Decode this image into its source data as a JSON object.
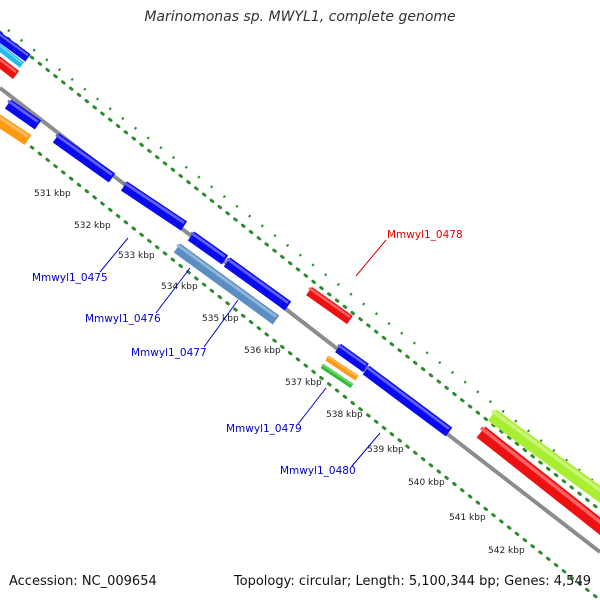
{
  "title": "Marinomonas sp. MWYL1, complete genome",
  "footer": {
    "accession": "Accession: NC_009654",
    "summary": "Topology: circular; Length: 5,100,344 bp; Genes: 4,549"
  },
  "colors": {
    "backbone": "#8c8c8c",
    "tick_dots": "#2e8b2e",
    "cds_blue": "#0a0aee",
    "cds_steel": "#5b8fc4",
    "cds_red": "#ee1111",
    "cds_cyan": "#22bbee",
    "cds_orange": "#ff9911",
    "cds_green": "#33bb33",
    "cds_lime": "#aaee33",
    "label_blue": "#0000cc",
    "label_red": "#dd0000"
  },
  "ticks": [
    "531 kbp",
    "532 kbp",
    "533 kbp",
    "534 kbp",
    "535 kbp",
    "536 kbp",
    "537 kbp",
    "538 kbp",
    "539 kbp",
    "540 kbp",
    "541 kbp",
    "542 kbp"
  ],
  "gene_labels": [
    {
      "name": "Mmwyl1_0475",
      "color": "label_blue"
    },
    {
      "name": "Mmwyl1_0476",
      "color": "label_blue"
    },
    {
      "name": "Mmwyl1_0477",
      "color": "label_blue"
    },
    {
      "name": "Mmwyl1_0478",
      "color": "label_red"
    },
    {
      "name": "Mmwyl1_0479",
      "color": "label_blue"
    },
    {
      "name": "Mmwyl1_0480",
      "color": "label_blue"
    }
  ]
}
